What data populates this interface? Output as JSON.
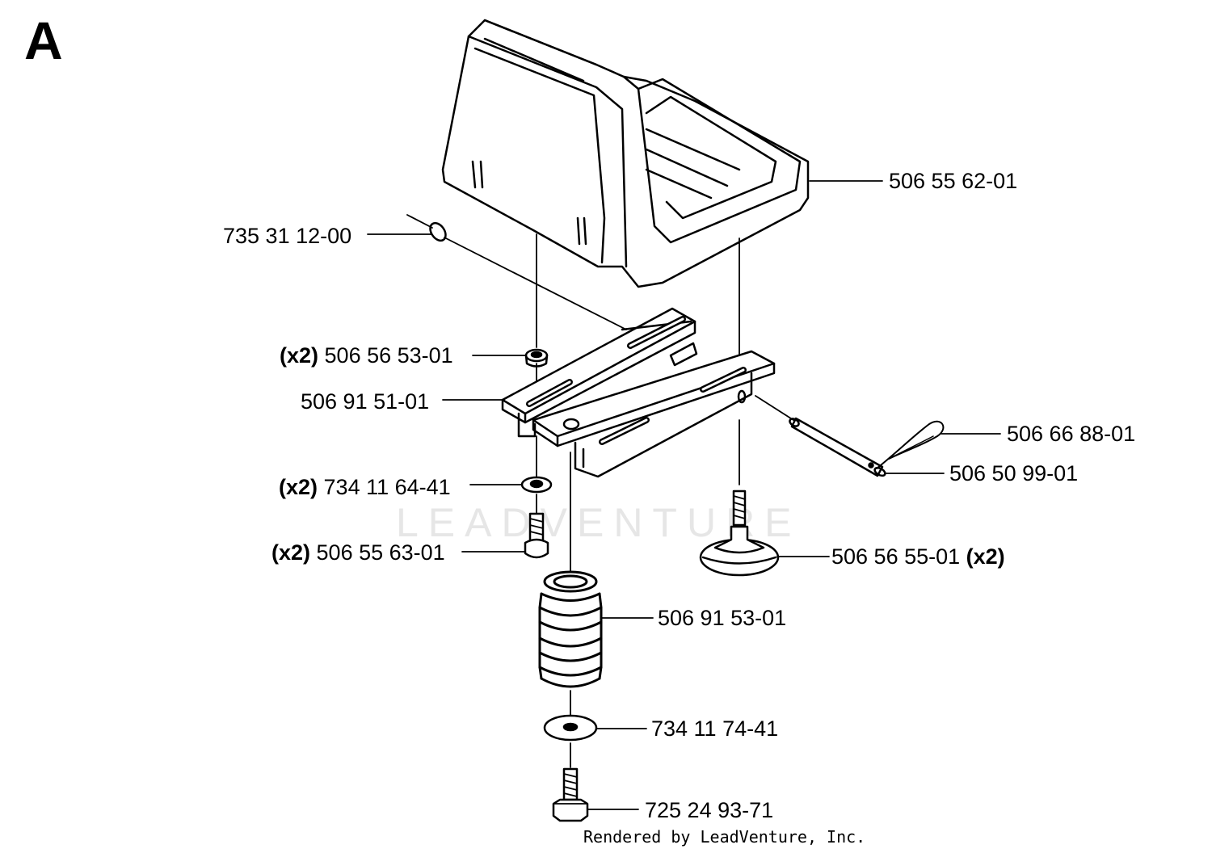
{
  "sheet": {
    "letter": "A"
  },
  "watermark": "LEADVENTURE",
  "footer": "Rendered by LeadVenture, Inc.",
  "parts": [
    {
      "id": "seat",
      "number": "506 55 62-01",
      "qty": ""
    },
    {
      "id": "clip-ring",
      "number": "735 31 12-00",
      "qty": ""
    },
    {
      "id": "nut",
      "number": "506 56 53-01",
      "qty": "(x2)"
    },
    {
      "id": "bracket",
      "number": "506 91 51-01",
      "qty": ""
    },
    {
      "id": "hair-pin",
      "number": "506 66 88-01",
      "qty": ""
    },
    {
      "id": "pin",
      "number": "506 50 99-01",
      "qty": ""
    },
    {
      "id": "washer-small",
      "number": "734 11 64-41",
      "qty": "(x2)"
    },
    {
      "id": "screw",
      "number": "506 55 63-01",
      "qty": "(x2)"
    },
    {
      "id": "knob",
      "number": "506 56 55-01",
      "qty": "(x2)"
    },
    {
      "id": "spring",
      "number": "506 91 53-01",
      "qty": ""
    },
    {
      "id": "washer-large",
      "number": "734 11 74-41",
      "qty": ""
    },
    {
      "id": "bolt",
      "number": "725 24 93-71",
      "qty": ""
    }
  ]
}
